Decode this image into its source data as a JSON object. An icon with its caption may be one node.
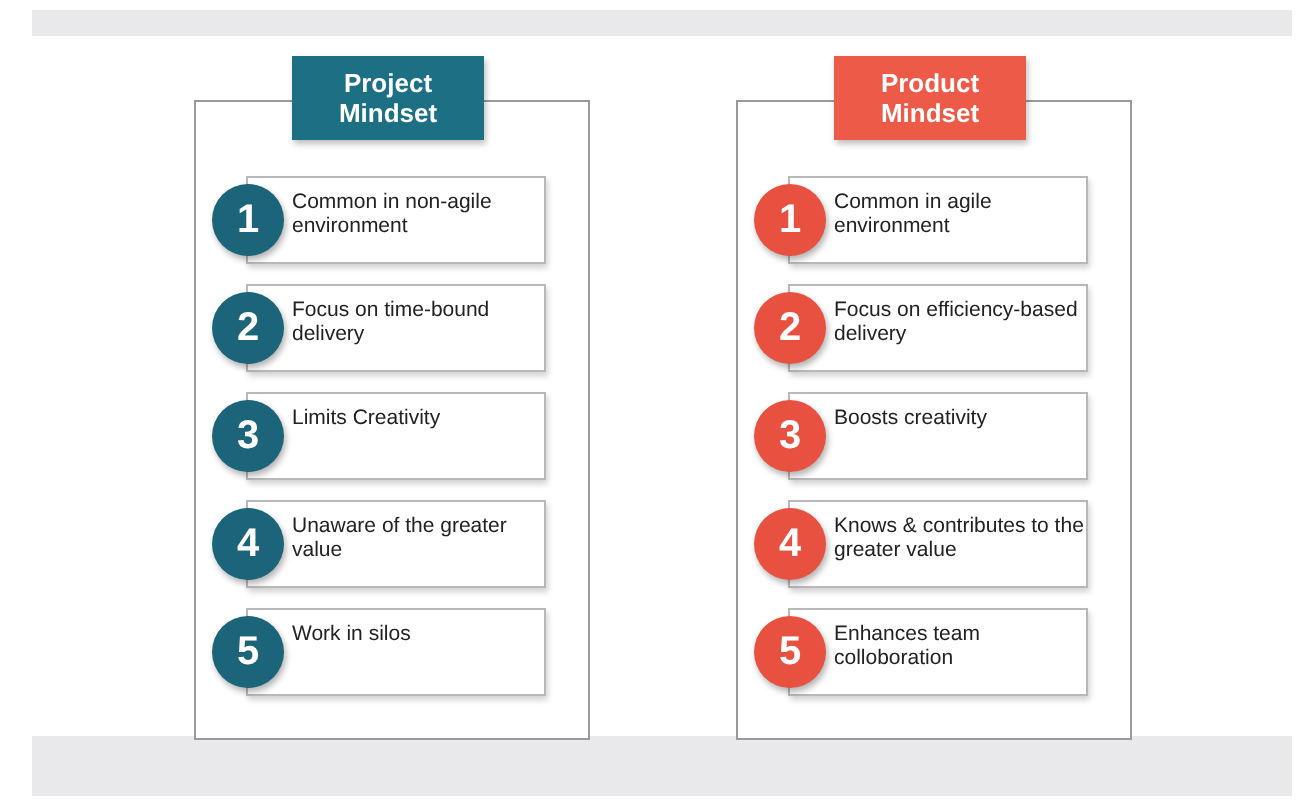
{
  "diagram": {
    "nodes": [
      {
        "text": [
          "Project Mindset"
        ]
      },
      {
        "text": [
          "1",
          "Common in non-agile environment"
        ],
        "in": 0
      },
      {
        "text": [
          "2",
          "Focus on time-bound delivery"
        ],
        "in": 0
      },
      {
        "text": [
          "3",
          "Limits Creativity"
        ],
        "in": 0
      },
      {
        "text": [
          "4",
          "Unaware of the greater value"
        ],
        "in": 0
      },
      {
        "text": [
          "5",
          "Work in silos"
        ],
        "in": 0
      },
      {
        "text": [
          "Product Mindset"
        ]
      },
      {
        "text": [
          "1",
          "Common in agile environment"
        ],
        "in": 6
      },
      {
        "text": [
          "2",
          "Focus on efficiency-based delivery"
        ],
        "in": 6
      },
      {
        "text": [
          "3",
          "Boosts creativity"
        ],
        "in": 6
      },
      {
        "text": [
          "4",
          "Knows & contributes to the greater value"
        ],
        "in": 6
      },
      {
        "text": [
          "5",
          "Enhances team colloboration"
        ],
        "in": 6
      }
    ]
  }
}
